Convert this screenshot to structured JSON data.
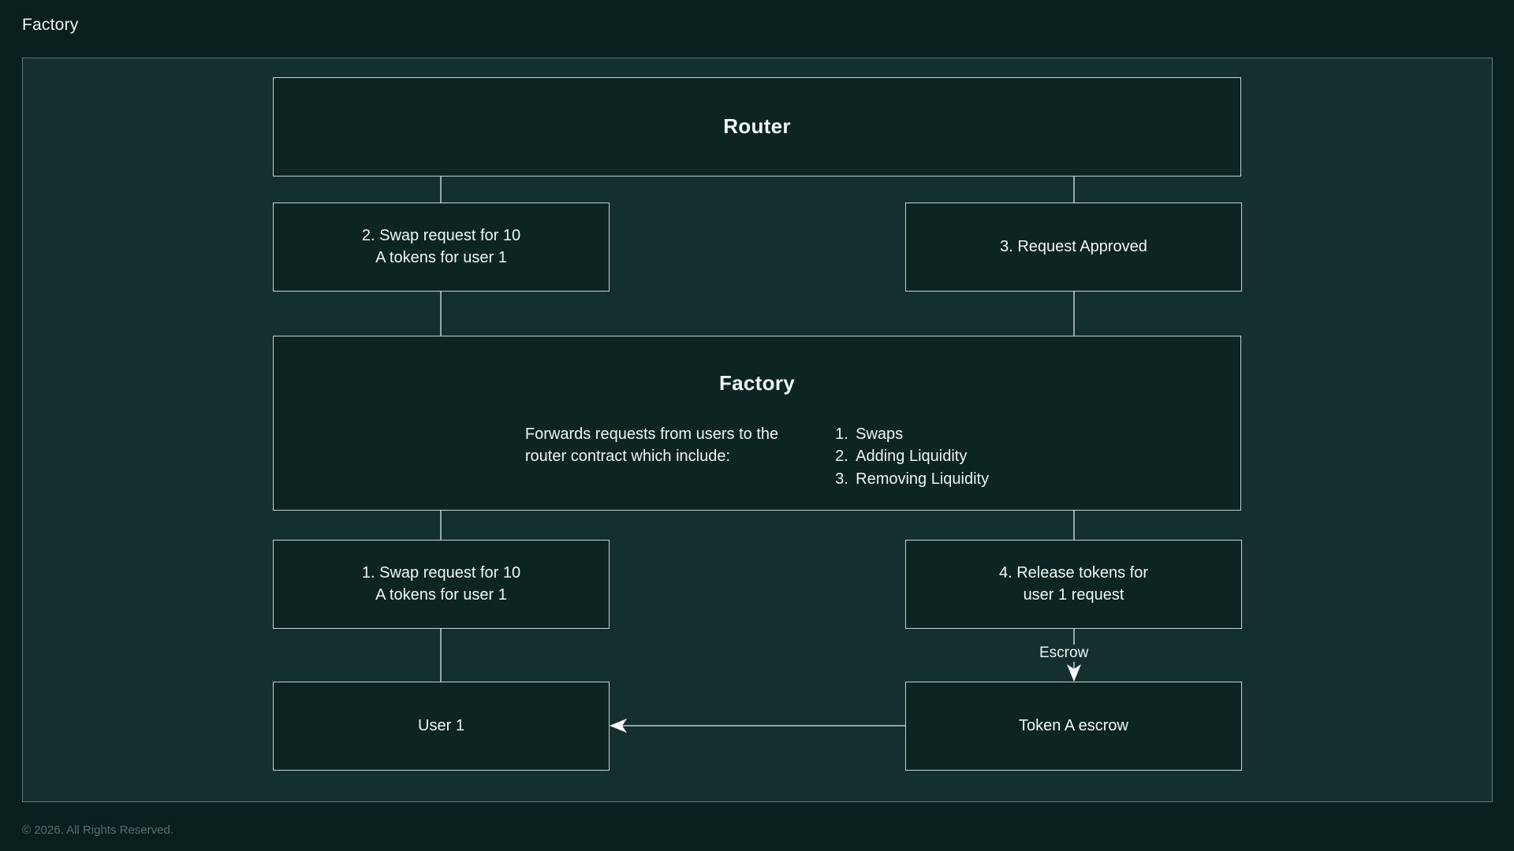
{
  "header": {
    "title": "Factory"
  },
  "footer": {
    "copyright": "© 2026. All Rights Reserved."
  },
  "theme": {
    "page_background": "#081f1e",
    "canvas_background": "#13302e",
    "canvas_border": "#5e7a77",
    "node_background": "#0c2523",
    "node_border": "#c6d4d1",
    "text": "#f2f7f5",
    "muted_text": "#51716e",
    "connector": "#b9c9c6"
  },
  "diagram": {
    "type": "flowchart",
    "nodes": [
      {
        "id": "router",
        "label": "Router"
      },
      {
        "id": "swap2",
        "label": "2. Swap request for 10\nA tokens for user 1"
      },
      {
        "id": "approved",
        "label": "3. Request Approved"
      },
      {
        "id": "factory",
        "label": "Factory",
        "description": "Forwards requests from users to the\nrouter contract which include:",
        "list": [
          {
            "num": "1.",
            "text": "Swaps"
          },
          {
            "num": "2.",
            "text": "Adding Liquidity"
          },
          {
            "num": "3.",
            "text": "Removing Liquidity"
          }
        ]
      },
      {
        "id": "swap1",
        "label": "1. Swap request for 10\nA tokens for user 1"
      },
      {
        "id": "release",
        "label": "4. Release tokens for\nuser 1 request"
      },
      {
        "id": "user1",
        "label": "User 1"
      },
      {
        "id": "escrow",
        "label": "Token A escrow"
      }
    ],
    "edge_labels": [
      {
        "id": "escrow-label",
        "label": "Escrow"
      }
    ]
  }
}
